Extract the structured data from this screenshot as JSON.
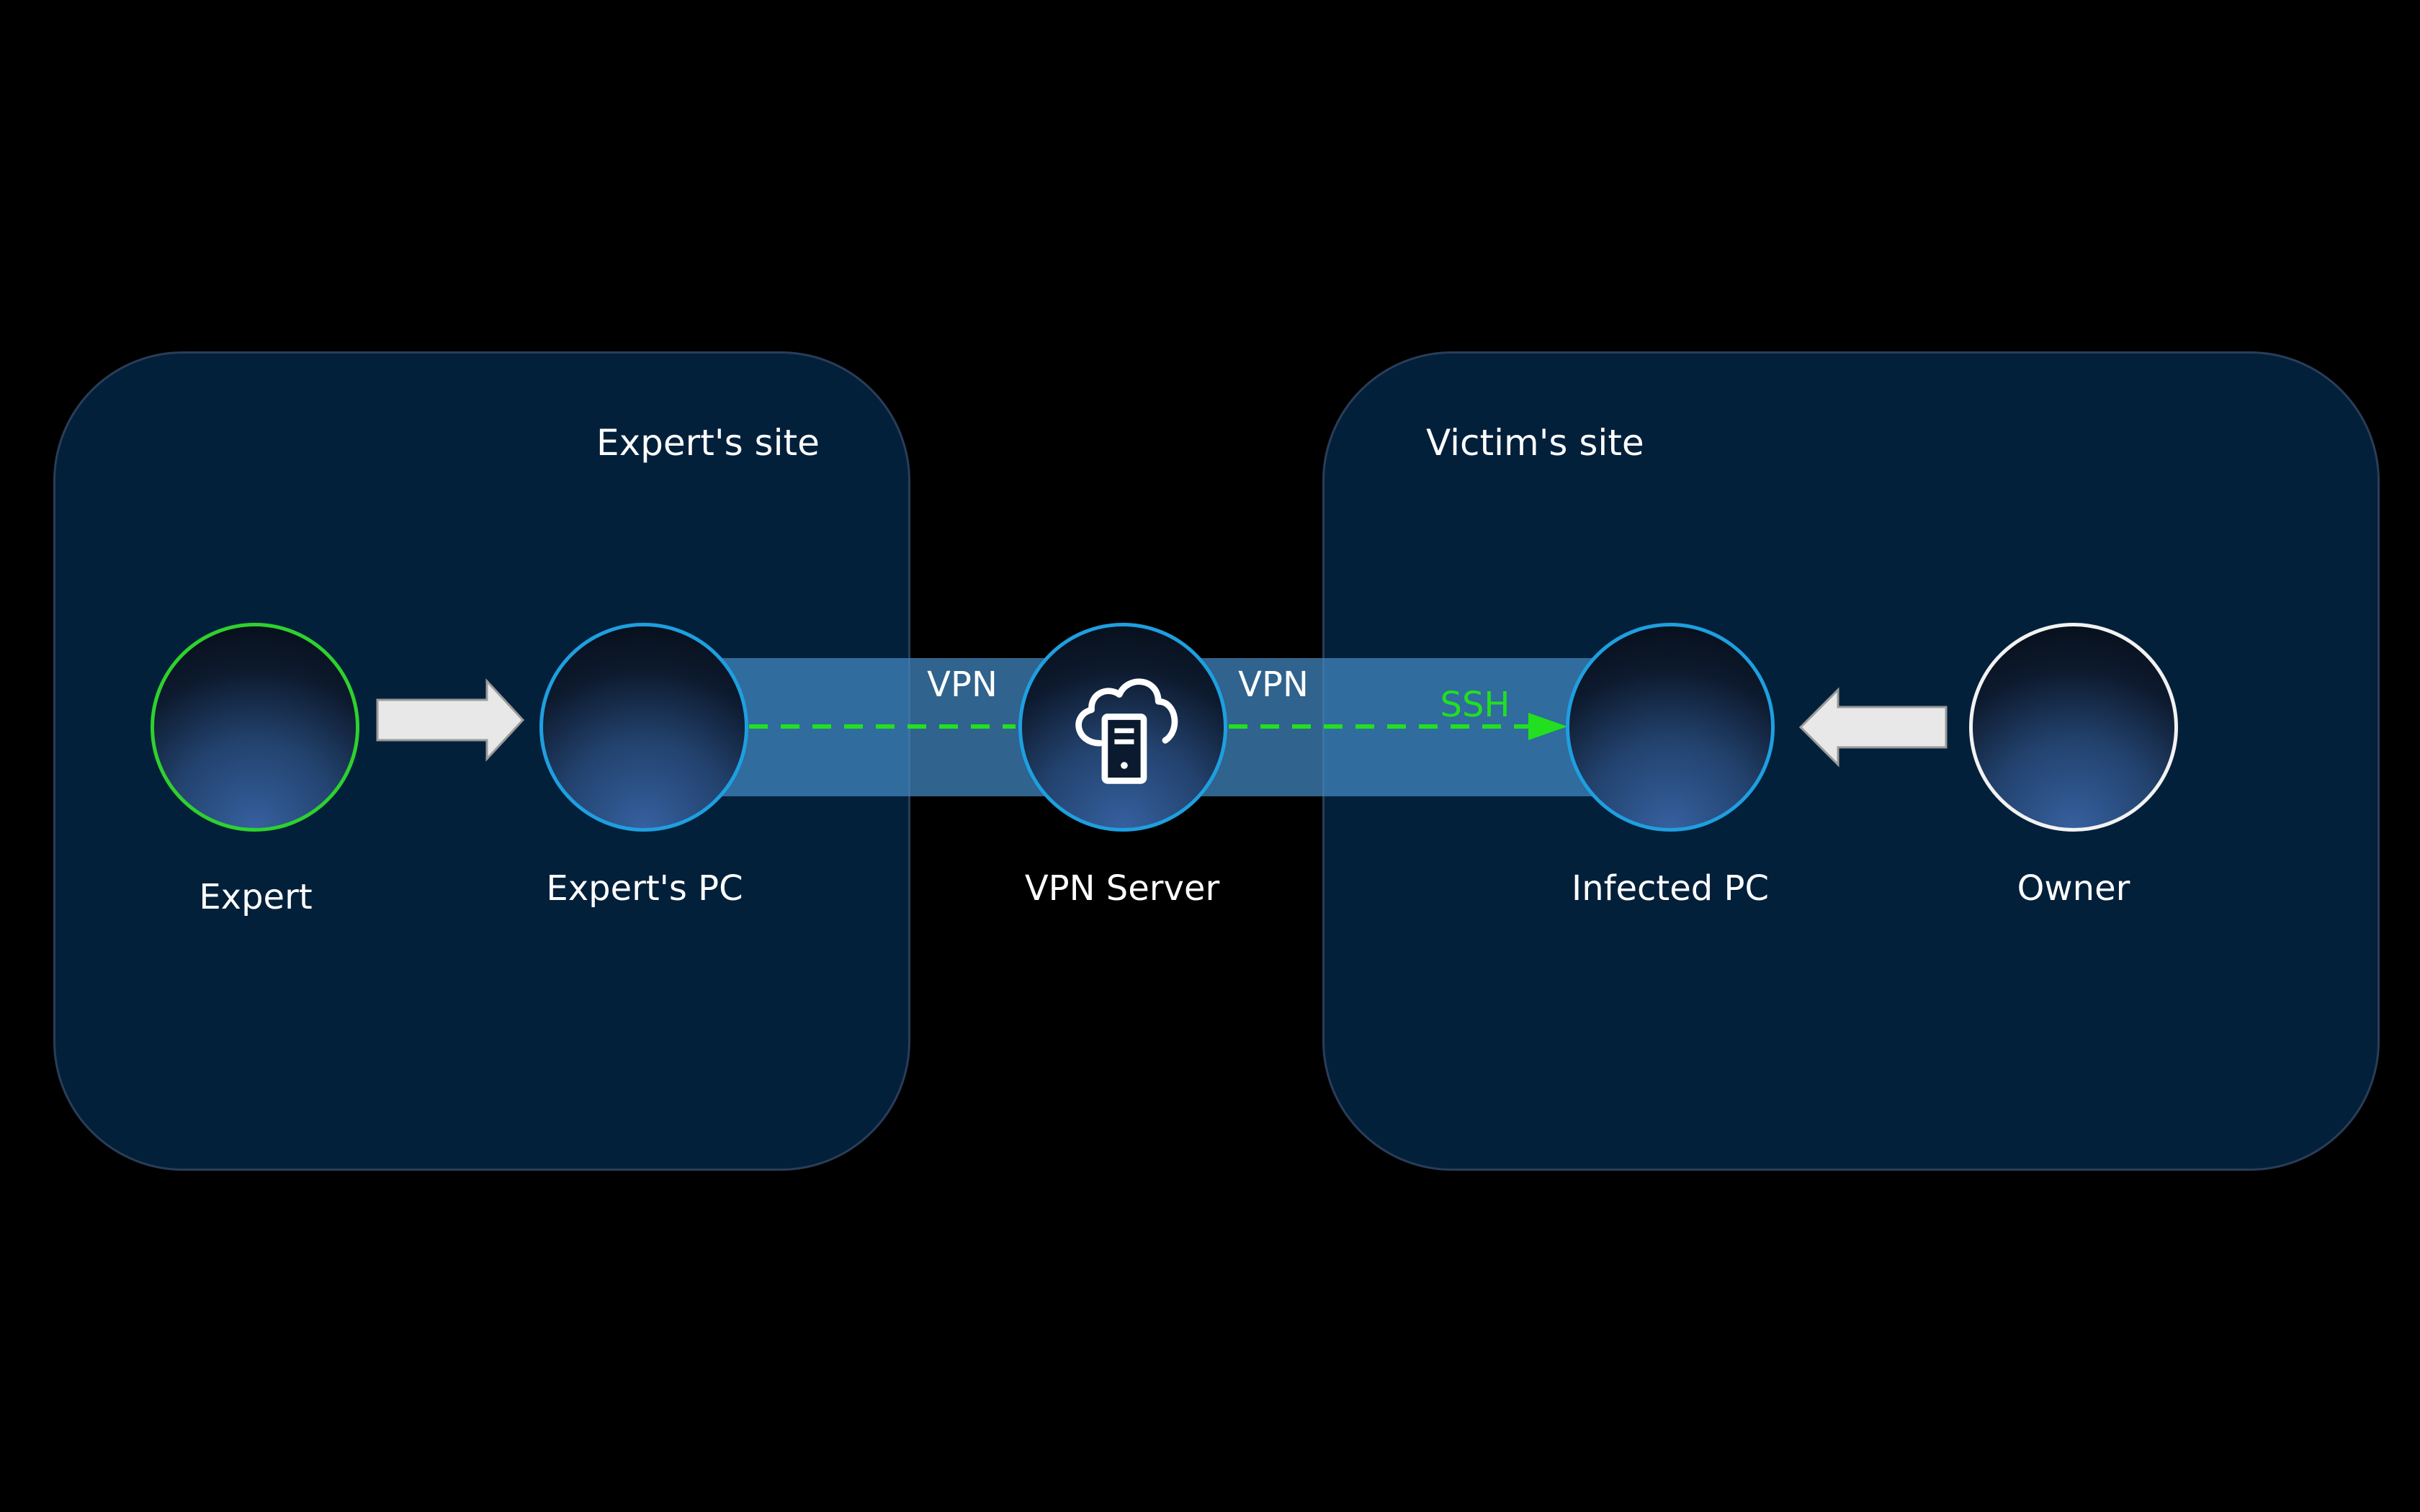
{
  "sites": {
    "expert": {
      "title": "Expert's site"
    },
    "victim": {
      "title": "Victim's site"
    }
  },
  "nodes": {
    "expert": {
      "label": "Expert",
      "icon": "person-icon",
      "border_color": "#2ed12e"
    },
    "experts_pc": {
      "label": "Expert's PC",
      "icon": "computer-icon",
      "border_color": "#1e9fe0"
    },
    "vpn_server": {
      "label": "VPN Server",
      "icon": "cloud-server-icon",
      "border_color": "#1e9fe0"
    },
    "infected_pc": {
      "label": "Infected PC",
      "icon": "computer-icon",
      "border_color": "#1e9fe0"
    },
    "owner": {
      "label": "Owner",
      "icon": "person-icon",
      "border_color": "#f2f2f2"
    }
  },
  "links": {
    "vpn_left": {
      "label": "VPN"
    },
    "vpn_right": {
      "label": "VPN"
    },
    "ssh": {
      "label": "SSH",
      "color": "#22e01f"
    }
  },
  "colors": {
    "background": "#000000",
    "site_fill": "#03203b",
    "vpn_tunnel": "#3f7fb6",
    "ssh": "#22e01f"
  }
}
